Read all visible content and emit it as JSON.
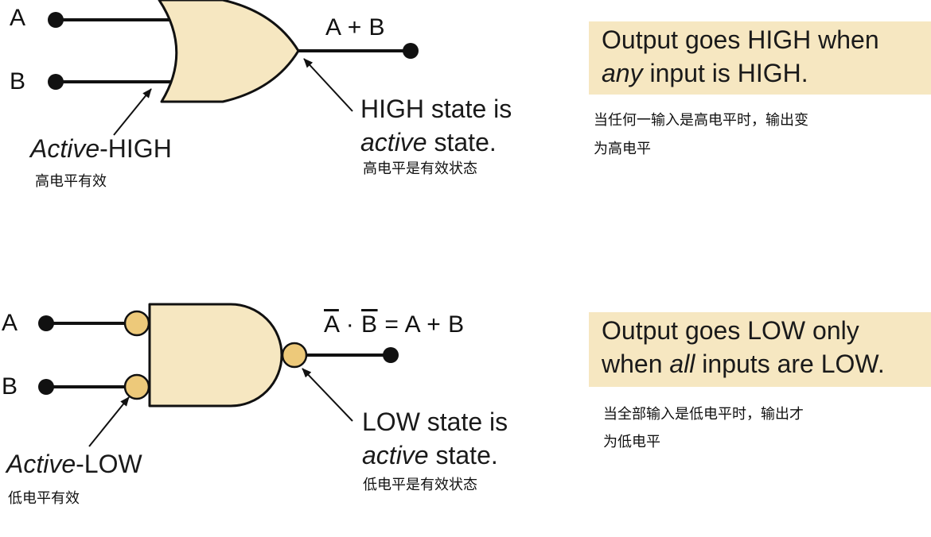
{
  "or_gate": {
    "input_a": "A",
    "input_b": "B",
    "output_expr": "A + B",
    "input_note": {
      "italic": "Active",
      "rest": "-HIGH"
    },
    "input_note_cn": "高电平有效",
    "output_note": {
      "line1": "HIGH state is",
      "italic": "active",
      "rest": " state."
    },
    "output_note_cn": "高电平是有效状态",
    "summary": {
      "pre": "Output goes HIGH when",
      "italic": "any",
      "post": " input is HIGH."
    },
    "summary_cn_1": "当任何一输入是高电平时，输出变",
    "summary_cn_2": "为高电平"
  },
  "and_gate": {
    "input_a": "A",
    "input_b": "B",
    "output_expr": {
      "a_bar": "A",
      "dot": " · ",
      "b_bar": "B",
      "rest": " = A + B"
    },
    "input_note": {
      "italic": "Active",
      "rest": "-LOW"
    },
    "input_note_cn": "低电平有效",
    "output_note": {
      "line1": "LOW state is",
      "italic": "active",
      "rest": " state."
    },
    "output_note_cn": "低电平是有效状态",
    "summary": {
      "pre": "Output goes LOW only",
      "mid_pre": "when ",
      "italic": "all",
      "post": " inputs are LOW."
    },
    "summary_cn_1": "当全部输入是低电平时，输出才",
    "summary_cn_2": "为低电平"
  },
  "colors": {
    "gate_fill": "#f6e7c1",
    "bubble_fill": "#edc97a",
    "box_fill": "#f6e7c1",
    "line": "#111111"
  }
}
